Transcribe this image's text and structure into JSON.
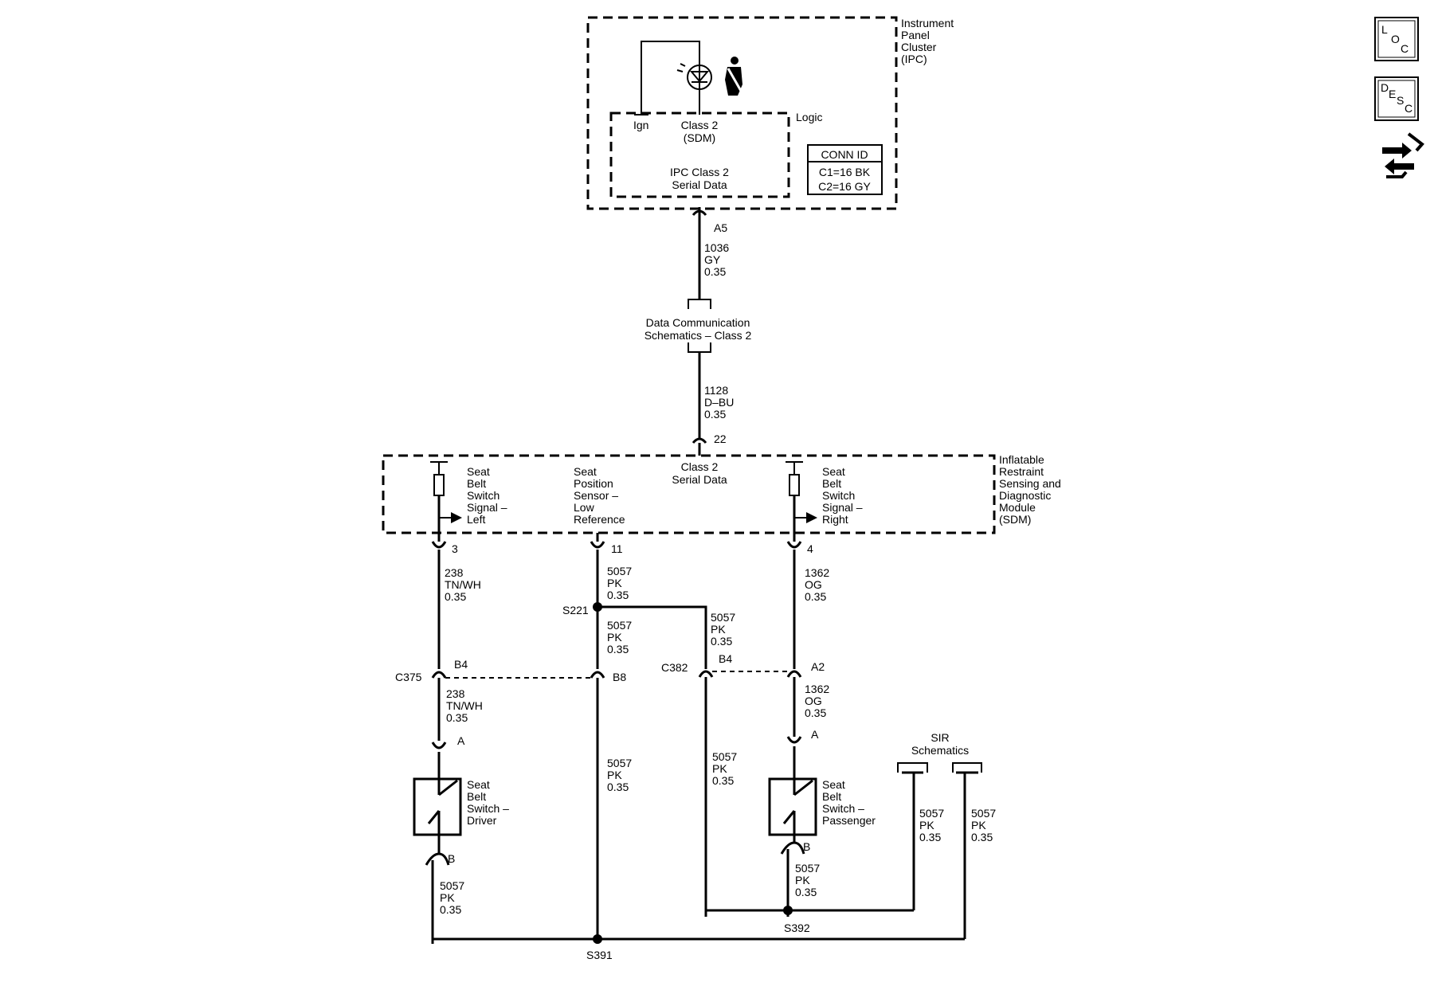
{
  "ipc": {
    "title": [
      "Instrument",
      "Panel",
      "Cluster",
      "(IPC)"
    ],
    "logic_label": "Logic",
    "ign": "Ign",
    "class2": [
      "Class 2",
      "(SDM)"
    ],
    "serial": [
      "IPC Class 2",
      "Serial Data"
    ],
    "conn_header": "CONN ID",
    "conn_rows": [
      "C1=16 BK",
      "C2=16 GY"
    ],
    "pin": "A5"
  },
  "wire_1036": [
    "1036",
    "GY",
    "0.35"
  ],
  "dcs": [
    "Data Communication",
    "Schematics – Class 2"
  ],
  "wire_1128": [
    "1128",
    "D–BU",
    "0.35"
  ],
  "sdm": {
    "pin_top": "22",
    "title": [
      "Inflatable",
      "Restraint",
      "Sensing and",
      "Diagnostic",
      "Module",
      "(SDM)"
    ],
    "class2": [
      "Class 2",
      "Serial Data"
    ],
    "left_signal": [
      "Seat",
      "Belt",
      "Switch",
      "Signal –",
      "Left"
    ],
    "position_sensor": [
      "Seat",
      "Position",
      "Sensor –",
      "Low",
      "Reference"
    ],
    "right_signal": [
      "Seat",
      "Belt",
      "Switch",
      "Signal –",
      "Right"
    ],
    "pin_left": "3",
    "pin_mid": "11",
    "pin_right": "4"
  },
  "wires": {
    "w238a": [
      "238",
      "TN/WH",
      "0.35"
    ],
    "w238b": [
      "238",
      "TN/WH",
      "0.35"
    ],
    "w5057a": [
      "5057",
      "PK",
      "0.35"
    ],
    "w5057b": [
      "5057",
      "PK",
      "0.35"
    ],
    "w5057c": [
      "5057",
      "PK",
      "0.35"
    ],
    "w5057d": [
      "5057",
      "PK",
      "0.35"
    ],
    "w5057e": [
      "5057",
      "PK",
      "0.35"
    ],
    "w5057f": [
      "5057",
      "PK",
      "0.35"
    ],
    "w5057g": [
      "5057",
      "PK",
      "0.35"
    ],
    "w5057h": [
      "5057",
      "PK",
      "0.35"
    ],
    "w5057i": [
      "5057",
      "PK",
      "0.35"
    ],
    "w1362a": [
      "1362",
      "OG",
      "0.35"
    ],
    "w1362b": [
      "1362",
      "OG",
      "0.35"
    ]
  },
  "splices": {
    "s221": "S221",
    "s391": "S391",
    "s392": "S392"
  },
  "connectors": {
    "c375": "C375",
    "c375_b4": "B4",
    "c375_b8": "B8",
    "c382": "C382",
    "c382_b4": "B4",
    "c382_a2": "A2"
  },
  "driver_switch": {
    "label": [
      "Seat",
      "Belt",
      "Switch –",
      "Driver"
    ],
    "pin_a": "A",
    "pin_b": "B"
  },
  "pass_switch": {
    "label": [
      "Seat",
      "Belt",
      "Switch –",
      "Passenger"
    ],
    "pin_a": "A",
    "pin_b": "B"
  },
  "sir": [
    "SIR",
    "Schematics"
  ],
  "nav": {
    "loc": [
      "L",
      "O",
      "C"
    ],
    "desc": [
      "D",
      "E",
      "S",
      "C"
    ],
    "flow_icon": "flow-arrows-icon"
  }
}
